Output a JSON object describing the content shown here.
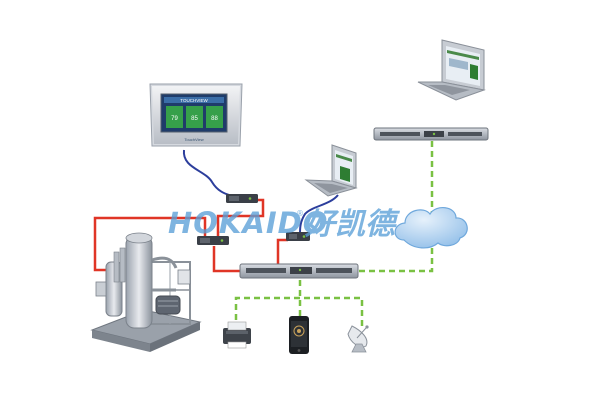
{
  "touch_panel": {
    "brand": "TOUCHVIEW",
    "tiles": [
      "79",
      "85",
      "88"
    ],
    "footer": "TouchView"
  },
  "watermark": {
    "latin": "HOKAIDO",
    "registered": "®",
    "cjk": "好凯德"
  },
  "colors": {
    "serial_cable": "#e03526",
    "ethernet": "#7ac143",
    "usb_cable": "#2c3e9c",
    "cloud": "#6fa8dc",
    "watermark": "#5aa0d8"
  },
  "icons": [
    "laptop-icon",
    "network-switch-icon",
    "cloud-icon",
    "printer-icon",
    "smartphone-icon",
    "satellite-dish-icon",
    "touchscreen-controller-icon",
    "compressor-unit-icon",
    "converter-box-icon"
  ]
}
